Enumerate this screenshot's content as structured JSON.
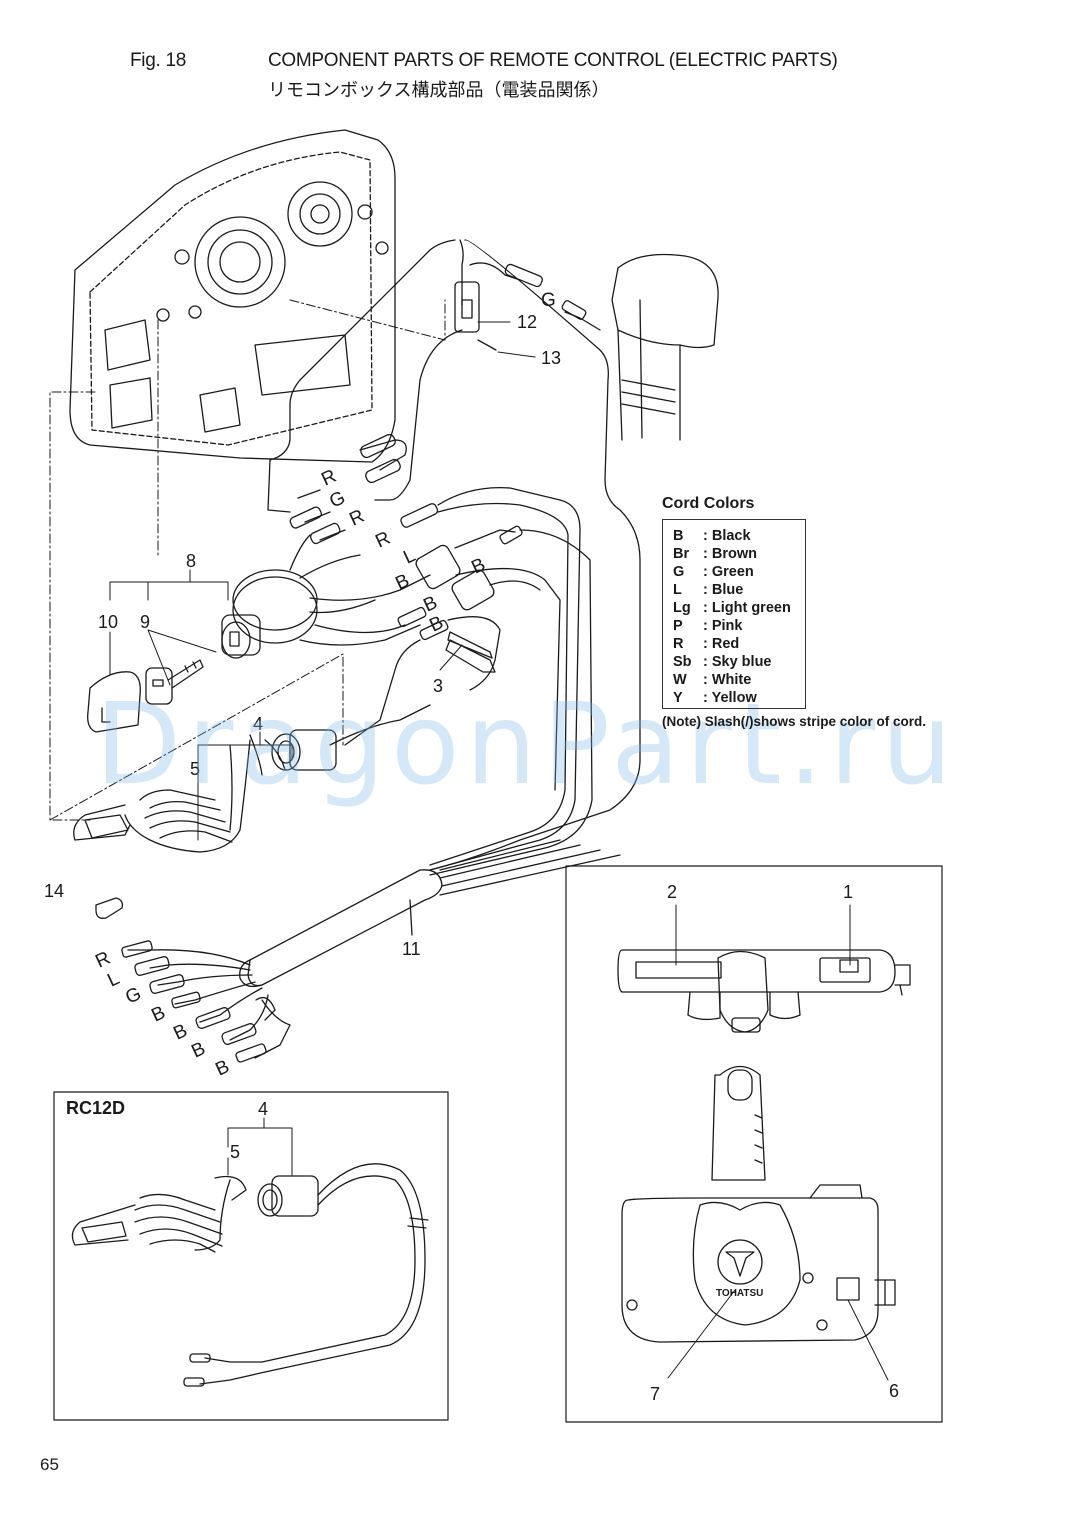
{
  "header": {
    "fig_no": "Fig. 18",
    "title_en": "COMPONENT PARTS OF REMOTE CONTROL (ELECTRIC PARTS)",
    "title_jp": "リモコンボックス構成部品（電装品関係）"
  },
  "cord_colors": {
    "title": "Cord Colors",
    "items": [
      {
        "code": "B",
        "name": ": Black"
      },
      {
        "code": "Br",
        "name": ": Brown"
      },
      {
        "code": "G",
        "name": ": Green"
      },
      {
        "code": "L",
        "name": ": Blue"
      },
      {
        "code": "Lg",
        "name": ": Light green"
      },
      {
        "code": "P",
        "name": ": Pink"
      },
      {
        "code": "R",
        "name": ": Red"
      },
      {
        "code": "Sb",
        "name": ": Sky blue"
      },
      {
        "code": "W",
        "name": ": White"
      },
      {
        "code": "Y",
        "name": ": Yellow"
      }
    ],
    "note": "(Note) Slash(/)shows stripe color of cord."
  },
  "callouts": [
    "1",
    "2",
    "3",
    "4",
    "5",
    "6",
    "7",
    "8",
    "9",
    "10",
    "11",
    "12",
    "13",
    "14"
  ],
  "inset_callouts": [
    "4",
    "5"
  ],
  "wire_labels": {
    "upper": [
      "G",
      "R",
      "G",
      "R",
      "R",
      "L",
      "B",
      "B",
      "B",
      "B"
    ],
    "harness": [
      "R",
      "L",
      "G",
      "B",
      "B",
      "B",
      "B"
    ]
  },
  "inset": {
    "label": "RC12D"
  },
  "brand": "TOHATSU",
  "watermark": "DragonPart.ru",
  "page_number": "65"
}
